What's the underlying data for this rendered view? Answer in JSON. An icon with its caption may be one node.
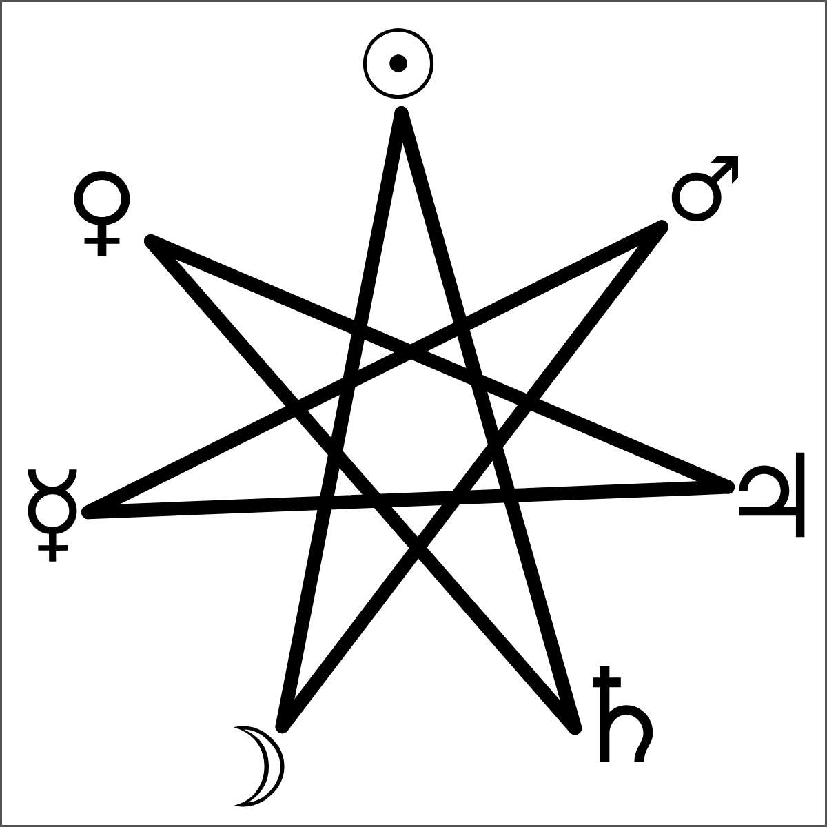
{
  "diagram": {
    "nodes": [
      {
        "text": [
          "☉"
        ]
      },
      {
        "text": [
          "♀"
        ]
      },
      {
        "text": [
          "♂"
        ]
      },
      {
        "text": [
          "☿"
        ]
      },
      {
        "text": [
          "♃"
        ]
      },
      {
        "text": [
          "☽"
        ]
      },
      {
        "text": [
          "♄"
        ]
      }
    ],
    "edges": [
      {
        "from": 0,
        "to": 6,
        "arrow": "none"
      },
      {
        "from": 6,
        "to": 1,
        "arrow": "none"
      },
      {
        "from": 1,
        "to": 4,
        "arrow": "none"
      },
      {
        "from": 4,
        "to": 3,
        "arrow": "none"
      },
      {
        "from": 3,
        "to": 2,
        "arrow": "none"
      },
      {
        "from": 2,
        "to": 5,
        "arrow": "none"
      },
      {
        "from": 5,
        "to": 0,
        "arrow": "none"
      }
    ]
  }
}
